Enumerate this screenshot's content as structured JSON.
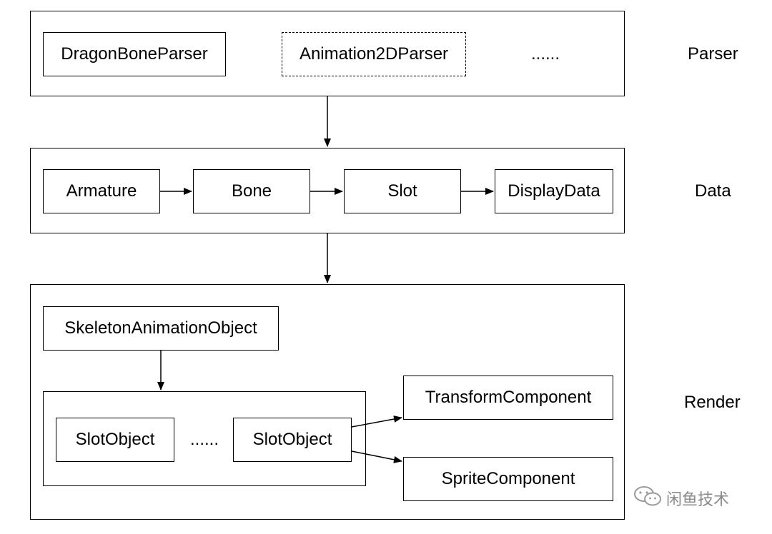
{
  "layers": {
    "parser": {
      "label": "Parser",
      "items": [
        "DragonBoneParser",
        "Animation2DParser",
        "......"
      ]
    },
    "data": {
      "label": "Data",
      "items": [
        "Armature",
        "Bone",
        "Slot",
        "DisplayData"
      ]
    },
    "render": {
      "label": "Render",
      "root": "SkeletonAnimationObject",
      "slot_objects": [
        "SlotObject",
        "......",
        "SlotObject"
      ],
      "components": [
        "TransformComponent",
        "SpriteComponent"
      ]
    }
  },
  "watermark": {
    "icon": "wechat-icon",
    "text": "闲鱼技术"
  }
}
